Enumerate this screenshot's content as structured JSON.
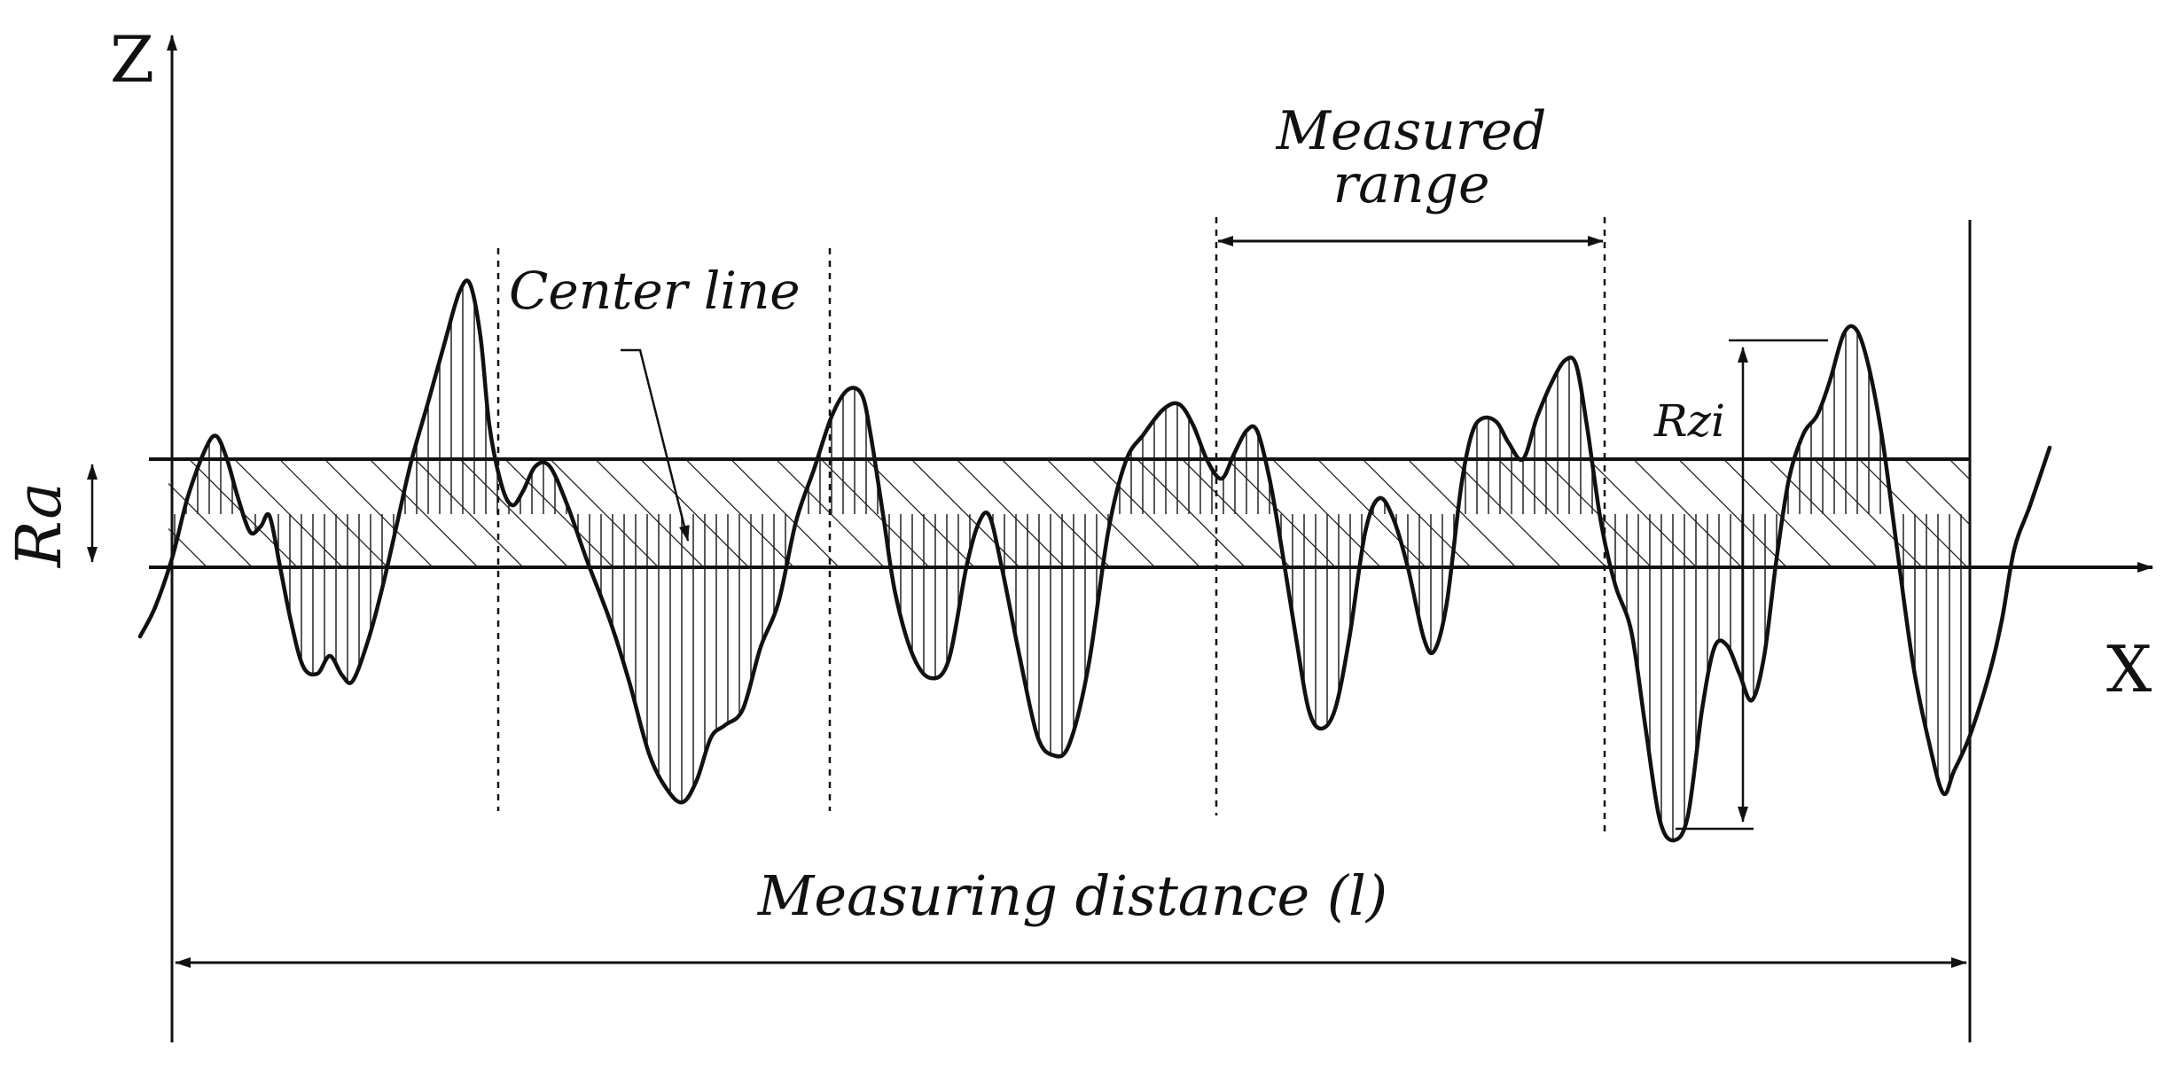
{
  "diagram": {
    "axis_z_label": "Z",
    "axis_x_label": "X",
    "ra_label": "Ra",
    "center_line_label": "Center line",
    "measured_range_label_line1": "Measured",
    "measured_range_label_line2": "range",
    "rzi_label": "Rzi",
    "measuring_distance_label": "Measuring distance (l)"
  }
}
